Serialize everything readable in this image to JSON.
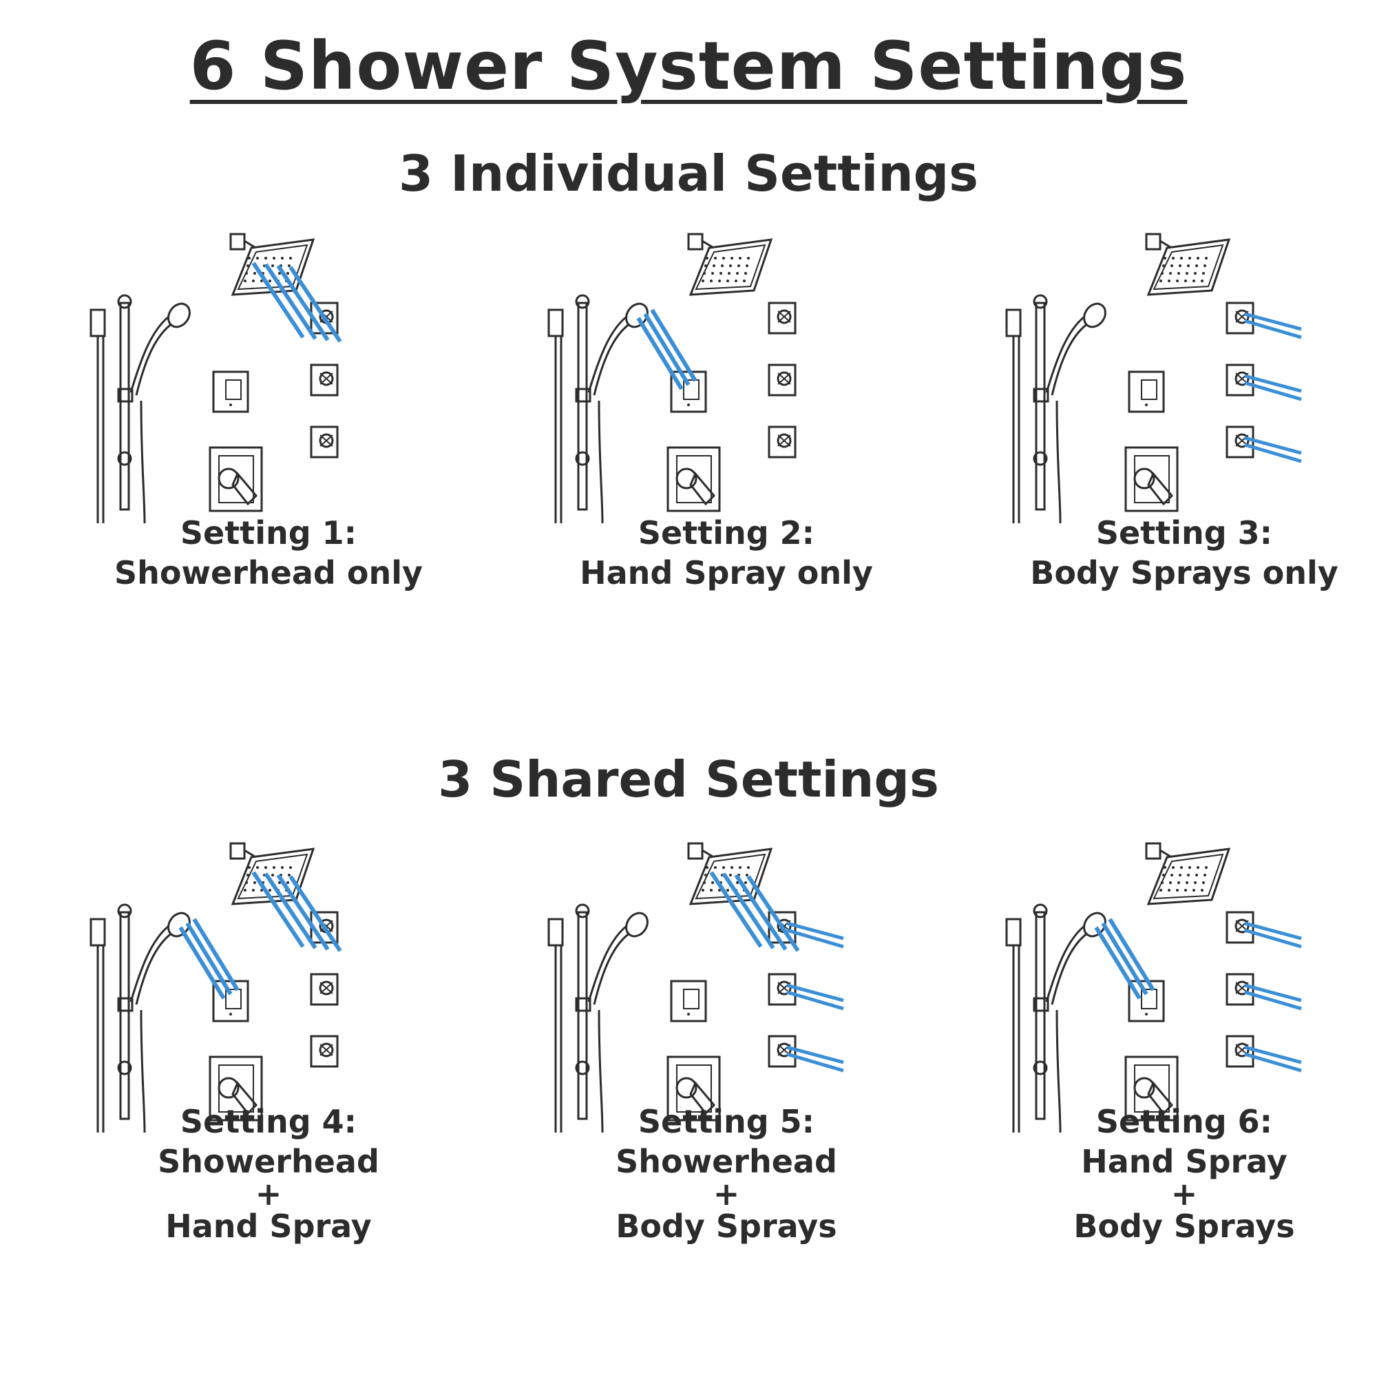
{
  "title": "6 Shower System Settings",
  "sections": {
    "individual": "3 Individual Settings",
    "shared": "3 Shared Settings"
  },
  "colors": {
    "spray": "#3b8fd6",
    "line": "#2c2c2c"
  },
  "settings": [
    {
      "label": "Setting 1:",
      "lines": [
        "Showerhead only"
      ],
      "active": [
        "showerhead"
      ]
    },
    {
      "label": "Setting 2:",
      "lines": [
        "Hand Spray only"
      ],
      "active": [
        "handspray"
      ]
    },
    {
      "label": "Setting 3:",
      "lines": [
        "Body Sprays only"
      ],
      "active": [
        "bodysprays"
      ]
    },
    {
      "label": "Setting 4:",
      "lines": [
        "Showerhead",
        "+",
        "Hand Spray"
      ],
      "active": [
        "showerhead",
        "handspray"
      ]
    },
    {
      "label": "Setting 5:",
      "lines": [
        "Showerhead",
        "+",
        "Body Sprays"
      ],
      "active": [
        "showerhead",
        "bodysprays"
      ]
    },
    {
      "label": "Setting 6:",
      "lines": [
        "Hand Spray",
        "+",
        "Body Sprays"
      ],
      "active": [
        "handspray",
        "bodysprays"
      ]
    }
  ]
}
